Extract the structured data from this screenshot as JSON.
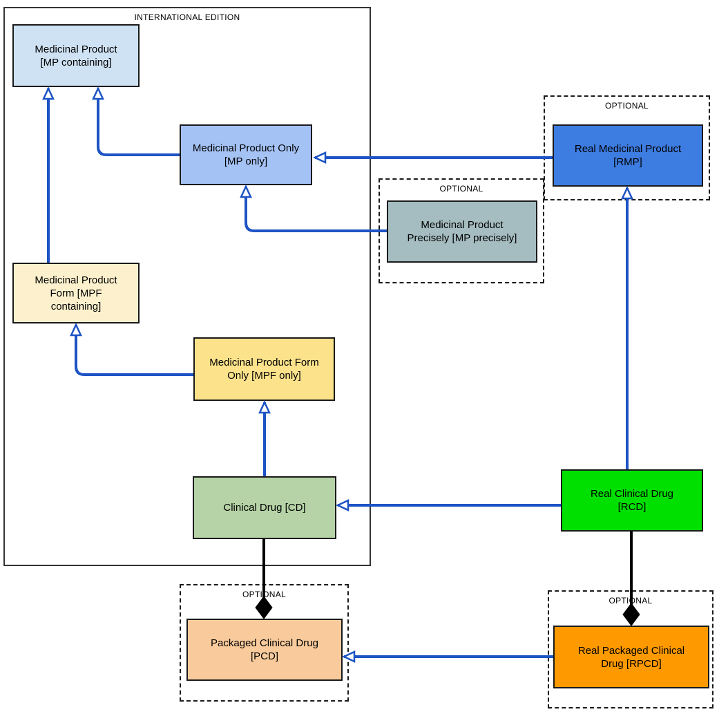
{
  "containers": {
    "international": {
      "label": "INTERNATIONAL EDITION"
    },
    "optional_rmp": {
      "label": "OPTIONAL"
    },
    "optional_mp_precisely": {
      "label": "OPTIONAL"
    },
    "optional_pcd": {
      "label": "OPTIONAL"
    },
    "optional_rpcd": {
      "label": "OPTIONAL"
    }
  },
  "nodes": {
    "mp_containing": {
      "label": "Medicinal Product\n[MP containing]",
      "fill": "#cfe2f3"
    },
    "mp_only": {
      "label": "Medicinal Product Only\n[MP only]",
      "fill": "#a4c2f4"
    },
    "rmp": {
      "label": "Real Medicinal Product\n[RMP]",
      "fill": "#3d7ce0"
    },
    "mp_precisely": {
      "label": "Medicinal Product\nPrecisely [MP precisely]",
      "fill": "#a5bcc0"
    },
    "mpf_containing": {
      "label": "Medicinal Product\nForm [MPF\ncontaining]",
      "fill": "#fdf1cd"
    },
    "mpf_only": {
      "label": "Medicinal Product Form\nOnly [MPF only]",
      "fill": "#fbe28b"
    },
    "cd": {
      "label": "Clinical Drug [CD]",
      "fill": "#b5d3a6"
    },
    "rcd": {
      "label": "Real Clinical Drug\n[RCD]",
      "fill": "#00e000"
    },
    "pcd": {
      "label": "Packaged Clinical Drug\n[PCD]",
      "fill": "#f9cb9c"
    },
    "rpcd": {
      "label": "Real Packaged Clinical\nDrug [RPCD]",
      "fill": "#ff9900"
    }
  },
  "edges": [
    {
      "from": "mpf_containing",
      "to": "mp_containing",
      "type": "is_a",
      "style": "blue-open-arrow"
    },
    {
      "from": "mp_only",
      "to": "mp_containing",
      "type": "is_a",
      "style": "blue-open-arrow"
    },
    {
      "from": "rmp",
      "to": "mp_only",
      "type": "is_a",
      "style": "blue-open-arrow"
    },
    {
      "from": "mp_precisely",
      "to": "mp_only",
      "type": "is_a",
      "style": "blue-open-arrow"
    },
    {
      "from": "mpf_only",
      "to": "mpf_containing",
      "type": "is_a",
      "style": "blue-open-arrow"
    },
    {
      "from": "cd",
      "to": "mpf_only",
      "type": "is_a",
      "style": "blue-open-arrow"
    },
    {
      "from": "rcd",
      "to": "cd",
      "type": "is_a",
      "style": "blue-open-arrow"
    },
    {
      "from": "rcd",
      "to": "rmp",
      "type": "is_a",
      "style": "blue-open-arrow"
    },
    {
      "from": "rpcd",
      "to": "pcd",
      "type": "is_a",
      "style": "blue-open-arrow"
    },
    {
      "from": "cd",
      "to": "pcd",
      "type": "aggregation",
      "style": "black-filled-diamond"
    },
    {
      "from": "rcd",
      "to": "rpcd",
      "type": "aggregation",
      "style": "black-filled-diamond"
    }
  ],
  "colors": {
    "edge_blue": "#1d53c4",
    "edge_black": "#000000",
    "box_border": "#1a1a1a",
    "container_border": "#333333",
    "dashed_border": "#1a1a1a",
    "background": "#ffffff",
    "text": "#000000"
  }
}
